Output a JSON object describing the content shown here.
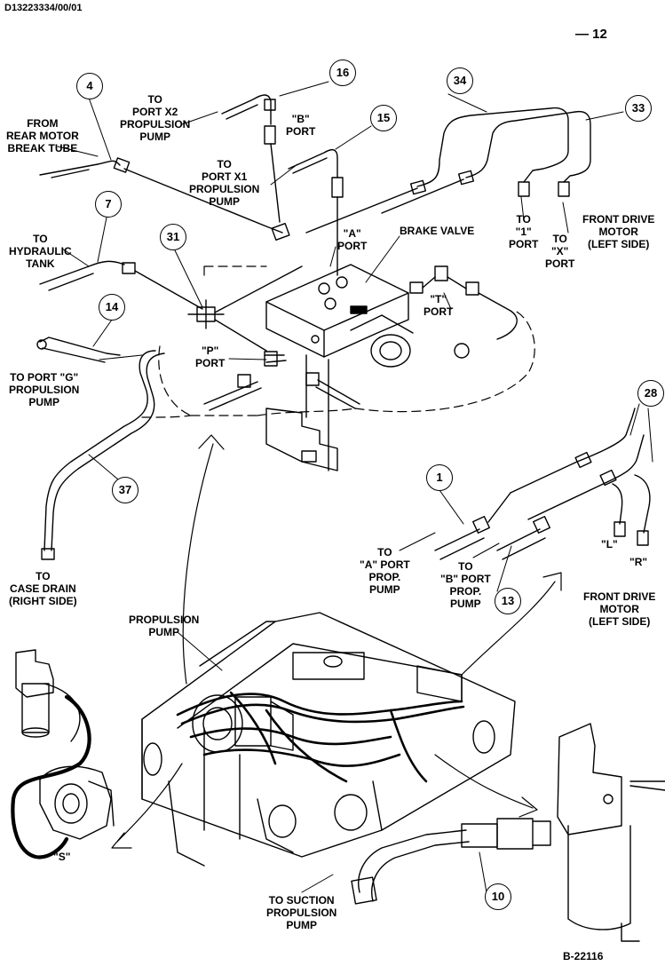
{
  "document": {
    "doc_id": "D13223334/00/01",
    "page": "— 12",
    "figure_id": "B-22116"
  },
  "callouts": [
    "16",
    "15",
    "4",
    "34",
    "33",
    "7",
    "31",
    "14",
    "28",
    "1",
    "37",
    "13",
    "10"
  ],
  "labels": {
    "to_port_x2": [
      "TO",
      "PORT X2",
      "PROPULSION",
      "PUMP"
    ],
    "b_port": [
      "\"B\"",
      "PORT"
    ],
    "from_rear_motor": [
      "FROM",
      "REAR MOTOR",
      "BREAK TUBE"
    ],
    "to_port_x1": [
      "TO",
      "PORT X1",
      "PROPULSION",
      "PUMP"
    ],
    "a_port": [
      "\"A\"",
      "PORT"
    ],
    "brake_valve": [
      "BRAKE VALVE"
    ],
    "to_1_port": [
      "TO",
      "\"1\"",
      "PORT"
    ],
    "to_x_port": [
      "TO",
      "\"X\"",
      "PORT"
    ],
    "front_drive_motor_top": [
      "FRONT DRIVE",
      "MOTOR",
      "(LEFT SIDE)"
    ],
    "to_hydraulic_tank": [
      "TO",
      "HYDRAULIC",
      "TANK"
    ],
    "t_port": [
      "\"T\"",
      "PORT"
    ],
    "p_port": [
      "\"P\"",
      "PORT"
    ],
    "to_port_g": [
      "TO PORT \"G\"",
      "PROPULSION",
      "PUMP"
    ],
    "to_a_port": [
      "TO",
      "\"A\" PORT",
      "PROP.",
      "PUMP"
    ],
    "to_b_port": [
      "TO",
      "\"B\" PORT",
      "PROP.",
      "PUMP"
    ],
    "l_port": [
      "\"L\""
    ],
    "r_port": [
      "\"R\""
    ],
    "front_drive_motor_bottom": [
      "FRONT DRIVE",
      "MOTOR",
      "(LEFT SIDE)"
    ],
    "to_case_drain": [
      "TO",
      "CASE DRAIN",
      "(RIGHT SIDE)"
    ],
    "propulsion_pump": [
      "PROPULSION",
      "PUMP"
    ],
    "s_port": [
      "\"S\""
    ],
    "to_suction": [
      "TO SUCTION",
      "PROPULSION",
      "PUMP"
    ]
  }
}
